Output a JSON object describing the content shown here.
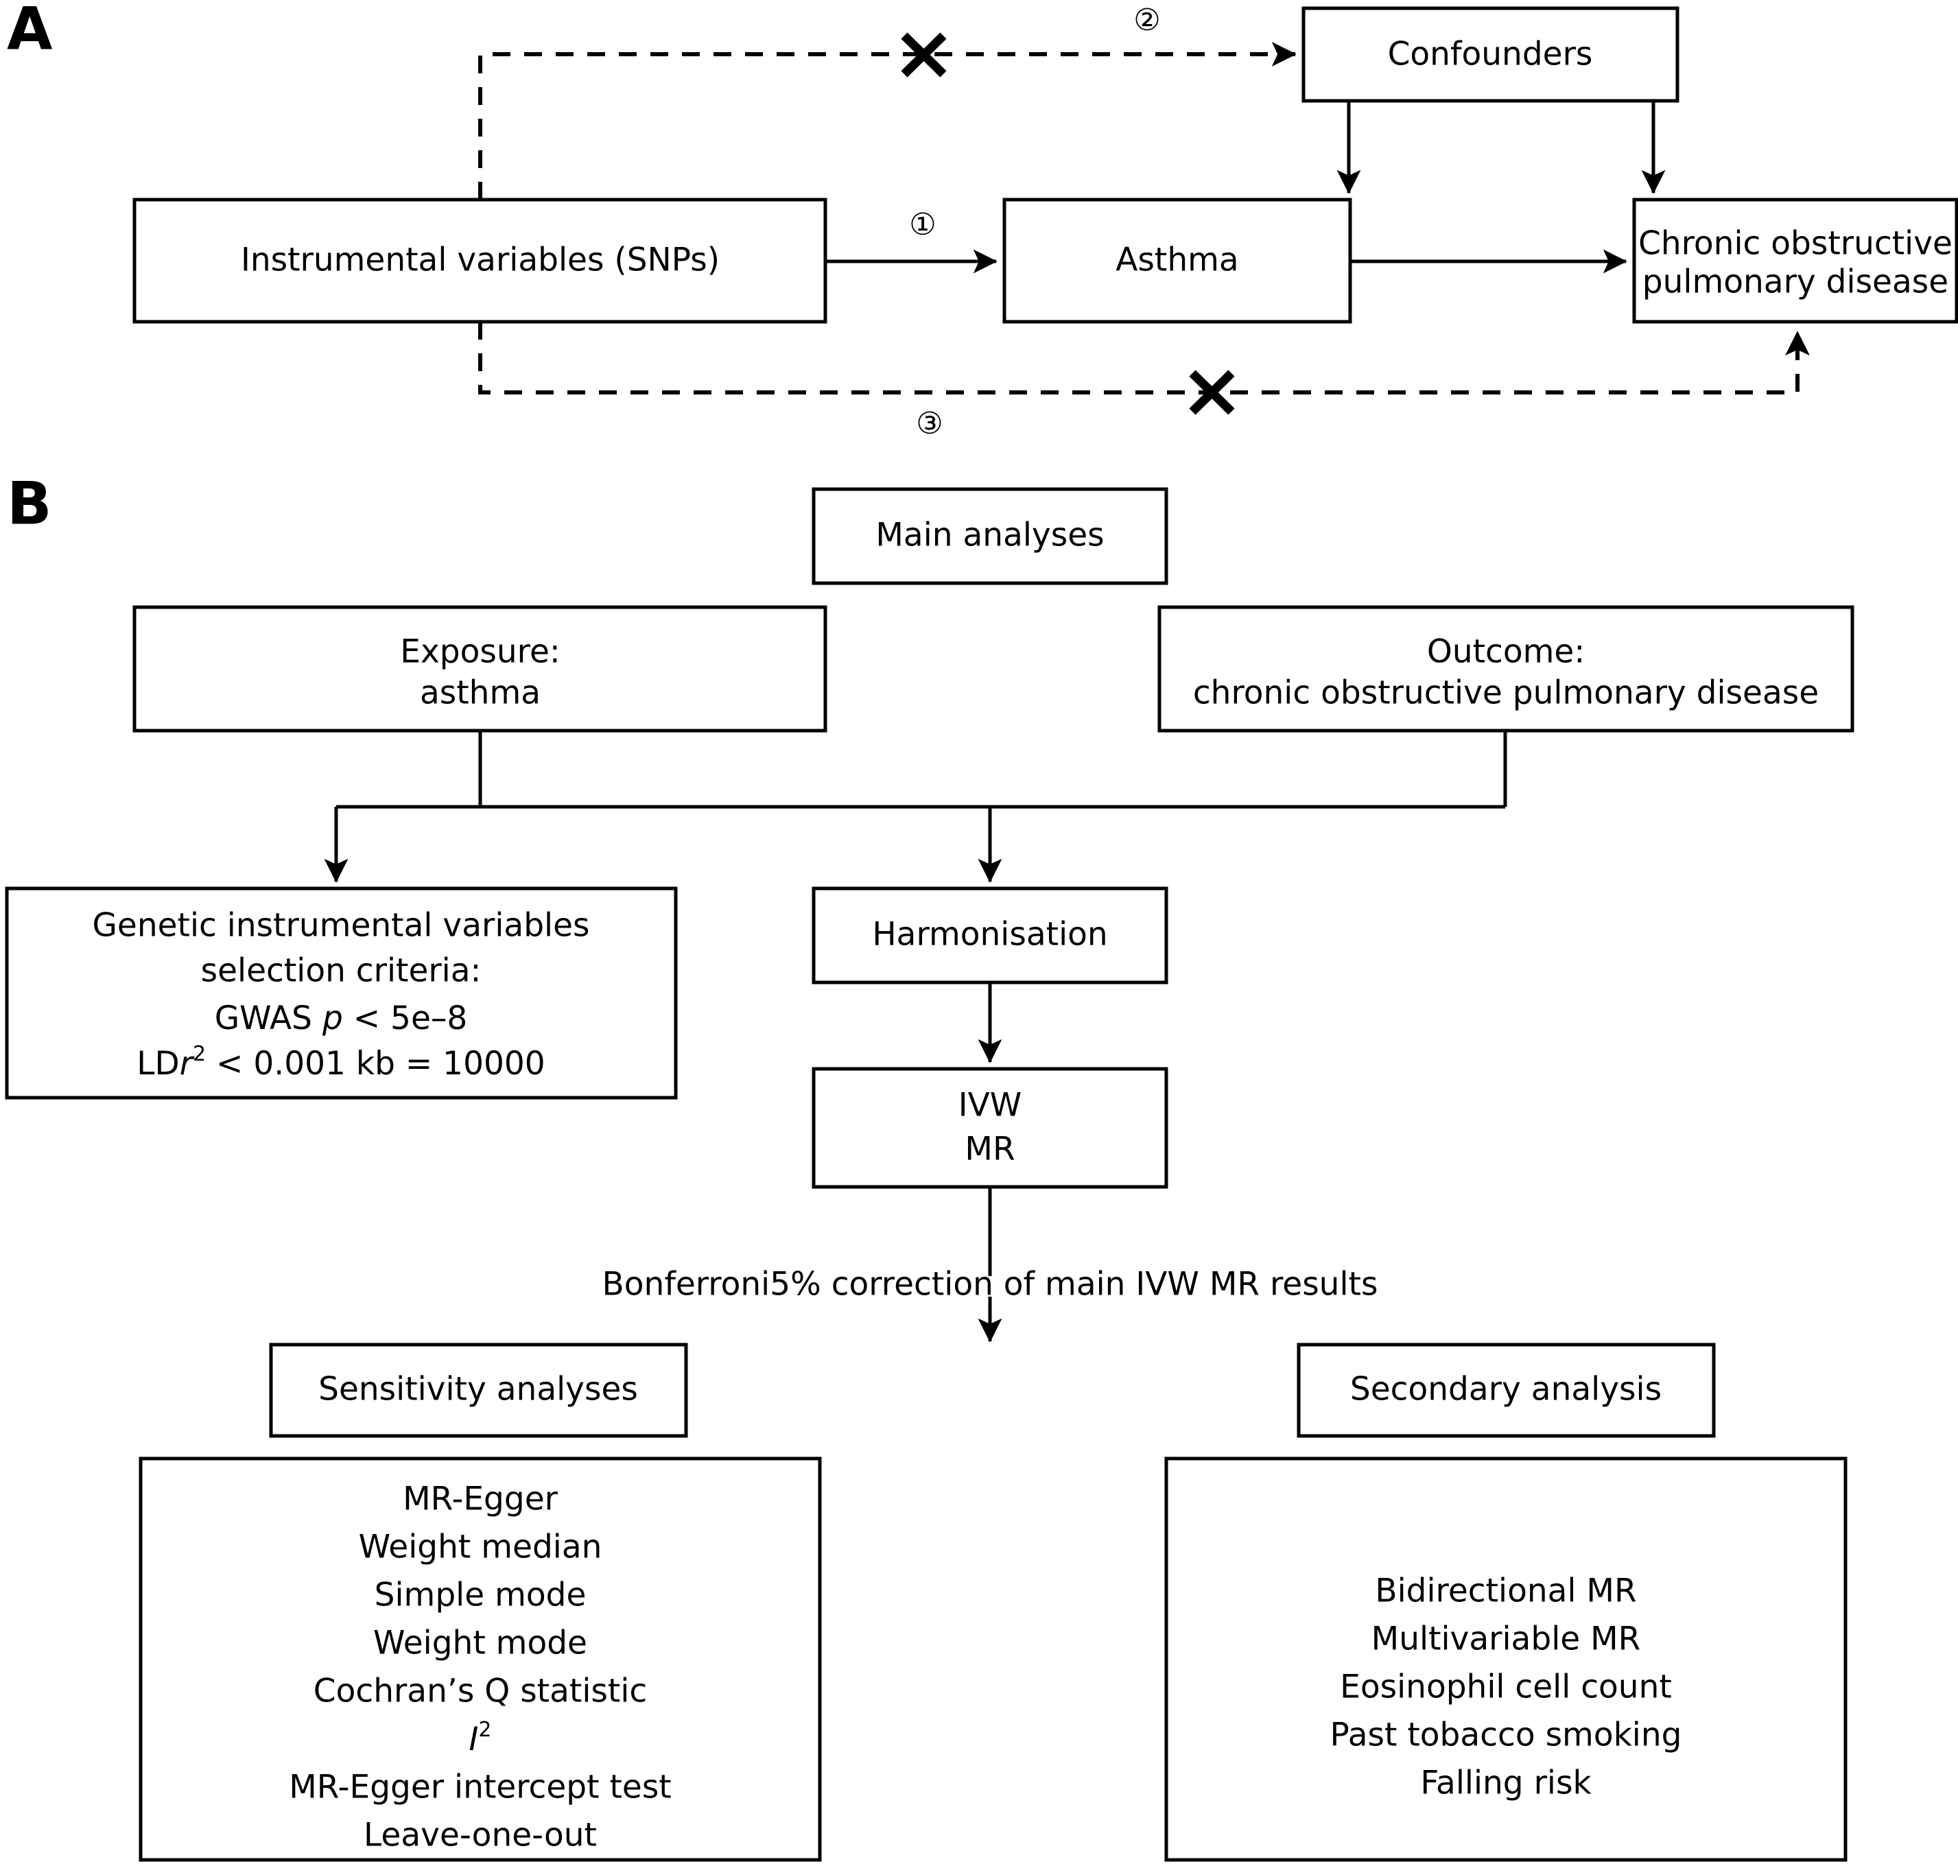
{
  "figure": {
    "panels": [
      {
        "id": "A",
        "label": "A"
      },
      {
        "id": "B",
        "label": "B"
      }
    ]
  },
  "panel_a": {
    "label": "A",
    "boxes": {
      "instrumental_variables": "Instrumental variables (SNPs)",
      "asthma": "Asthma",
      "confounders": "Confounders",
      "outcome_line1": "Chronic obstructive",
      "outcome_line2": "pulmonary disease"
    },
    "edge_labels": {
      "assumption_1": "①",
      "assumption_2": "②",
      "assumption_3": "③"
    },
    "violation_marks": [
      {
        "name": "x-mark-assumption-2"
      },
      {
        "name": "x-mark-assumption-3"
      }
    ]
  },
  "panel_b": {
    "label": "B",
    "main_analyses": "Main analyses",
    "exposure": {
      "line1": "Exposure:",
      "line2": "asthma"
    },
    "outcome": {
      "line1": "Outcome:",
      "line2": "chronic obstructive pulmonary disease"
    },
    "iv_criteria": {
      "line1": "Genetic instrumental variables",
      "line2": "selection criteria:",
      "line3_prefix": "GWAS ",
      "line3_italic": "p",
      "line3_suffix": " < 5e–8",
      "line4_prefix": "LD",
      "line4_italic": "r",
      "line4_sup": "2",
      "line4_suffix": " < 0.001 kb = 10000"
    },
    "harmonisation": "Harmonisation",
    "ivw_mr": {
      "line1": "IVW",
      "line2": "MR"
    },
    "correction_note": "Bonferroni5% correction of main IVW MR results",
    "sensitivity": {
      "header": "Sensitivity analyses",
      "items": [
        "MR-Egger",
        "Weight median",
        "Simple mode",
        "Weight mode",
        "Cochran’s Q statistic",
        "I2",
        "MR-Egger intercept test",
        "Leave-one-out"
      ],
      "italic_item_index": 5,
      "italic_item_base": "I",
      "italic_item_sup": "2"
    },
    "secondary": {
      "header": "Secondary analysis",
      "items": [
        "Bidirectional MR",
        "Multivariable MR",
        "Eosinophil cell count",
        "Past tobacco smoking",
        "Falling risk"
      ]
    }
  },
  "colors": {
    "stroke": "#000000",
    "background": "#ffffff",
    "text": "#000000"
  }
}
